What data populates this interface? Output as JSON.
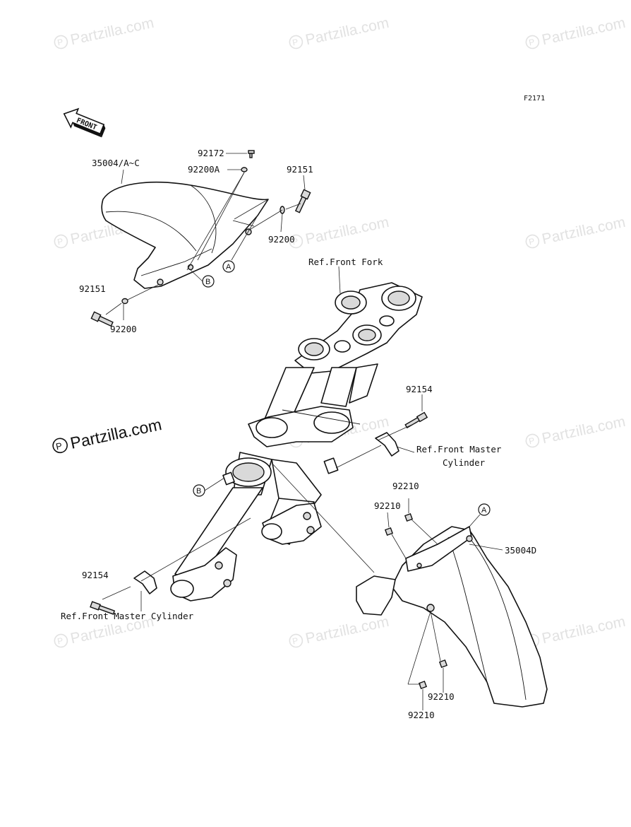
{
  "figure_id": "F2171",
  "watermark_text": "Partzilla.com",
  "front_arrow_label": "FRONT",
  "labels": {
    "rear_fender_assembly": "35004/A~C",
    "bolt_top": "92172",
    "washer_top": "92200A",
    "bolt_right": "92151",
    "washer_right": "92200",
    "bolt_left": "92151",
    "washer_left": "92200",
    "ref_front_fork": "Ref.Front Fork",
    "bolt_clamp_right": "92154",
    "ref_master_cyl_right_line1": "Ref.Front Master",
    "ref_master_cyl_right_line2": "Cylinder",
    "nut_1": "92210",
    "nut_2": "92210",
    "front_fender": "35004D",
    "bolt_clamp_left": "92154",
    "ref_master_cyl_left": "Ref.Front Master Cylinder",
    "nut_3": "92210",
    "nut_4": "92210"
  },
  "callouts": {
    "a": "A",
    "b": "B"
  }
}
